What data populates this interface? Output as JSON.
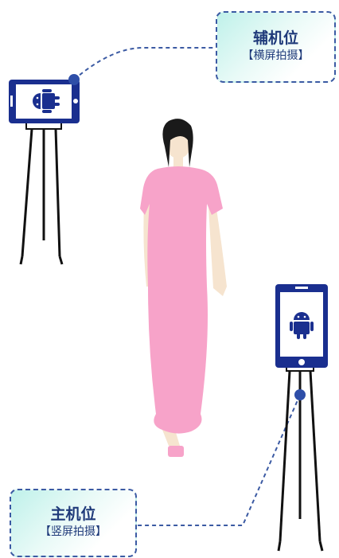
{
  "aux_camera": {
    "title": "辅机位",
    "subtitle": "【横屏拍摄】"
  },
  "main_camera": {
    "title": "主机位",
    "subtitle": "【竖屏拍摄】"
  },
  "colors": {
    "phone_frame": "#1a2f8f",
    "phone_screen": "#ffffff",
    "android_robot": "#1a2f8f",
    "connector_line": "#3b5aa3",
    "connector_dot": "#2e4ea8",
    "dress": "#f7a3c9",
    "skin": "#f6e4cf",
    "hair": "#1a1a1a",
    "tripod": "#111111"
  }
}
